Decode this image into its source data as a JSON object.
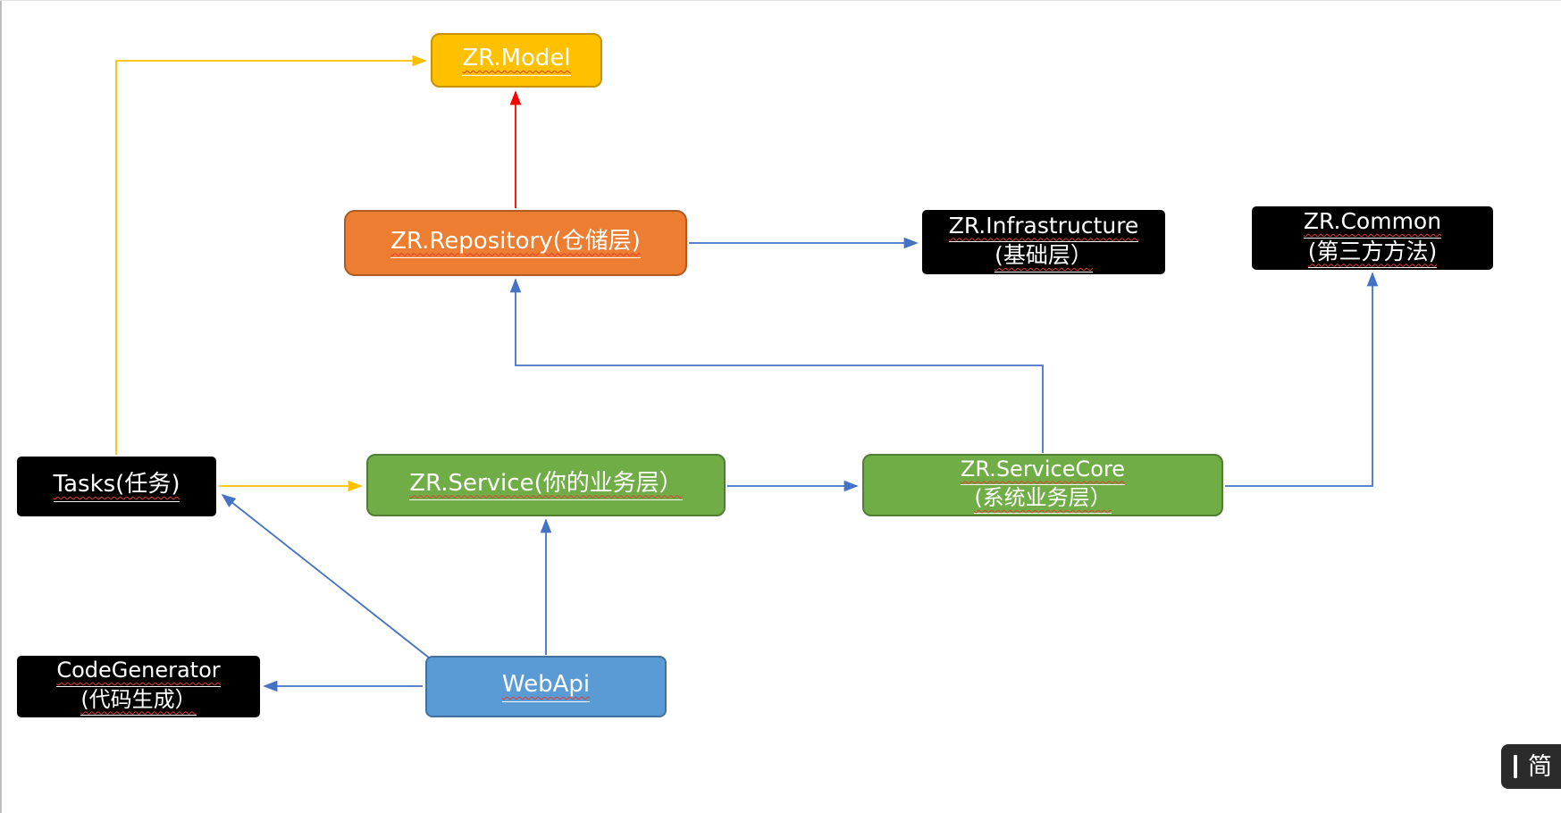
{
  "nodes": {
    "zr_model": {
      "label": "ZR.Model",
      "fill": "#FFC000"
    },
    "zr_repository": {
      "label": "ZR.Repository(仓储层)",
      "fill": "#ED7D31"
    },
    "zr_infrastructure": {
      "line1": "ZR.Infrastructure",
      "line2": "(基础层）",
      "fill": "#000000"
    },
    "zr_common": {
      "line1": "ZR.Common",
      "line2": "(第三方方法)",
      "fill": "#000000"
    },
    "tasks": {
      "label": "Tasks(任务)",
      "fill": "#000000"
    },
    "zr_service": {
      "label": "ZR.Service(你的业务层）",
      "fill": "#70AD47"
    },
    "zr_servicecore": {
      "line1": "ZR.ServiceCore",
      "line2": "(系统业务层）",
      "fill": "#70AD47"
    },
    "codegenerator": {
      "line1": "CodeGenerator",
      "line2": "(代码生成）",
      "fill": "#000000"
    },
    "webapi": {
      "label": "WebApi",
      "fill": "#5B9BD5"
    }
  },
  "edges": [
    {
      "from": "ZR.Repository",
      "to": "ZR.Model",
      "color": "#FF0000",
      "style": "straight-up"
    },
    {
      "from": "Tasks",
      "to": "ZR.Model",
      "color": "#FFC000",
      "style": "elbow-up-right"
    },
    {
      "from": "Tasks",
      "to": "ZR.Service",
      "color": "#FFC000",
      "style": "straight-right"
    },
    {
      "from": "ZR.Repository",
      "to": "ZR.Infrastructure",
      "color": "#4472C4",
      "style": "straight-right"
    },
    {
      "from": "ZR.ServiceCore",
      "to": "ZR.Repository",
      "color": "#4472C4",
      "style": "elbow-up-left-up"
    },
    {
      "from": "ZR.Service",
      "to": "ZR.ServiceCore",
      "color": "#4472C4",
      "style": "straight-right"
    },
    {
      "from": "ZR.ServiceCore",
      "to": "ZR.Common",
      "color": "#4472C4",
      "style": "elbow-right-up"
    },
    {
      "from": "WebApi",
      "to": "ZR.Service",
      "color": "#4472C4",
      "style": "straight-up"
    },
    {
      "from": "WebApi",
      "to": "Tasks",
      "color": "#4472C4",
      "style": "diagonal"
    },
    {
      "from": "WebApi",
      "to": "CodeGenerator",
      "color": "#4472C4",
      "style": "straight-left"
    }
  ],
  "colors": {
    "arrow_blue": "#4472C4",
    "arrow_yellow": "#FFC000",
    "arrow_red": "#FF0000",
    "node_text": "#ffffff"
  },
  "ime": {
    "text": "简"
  }
}
